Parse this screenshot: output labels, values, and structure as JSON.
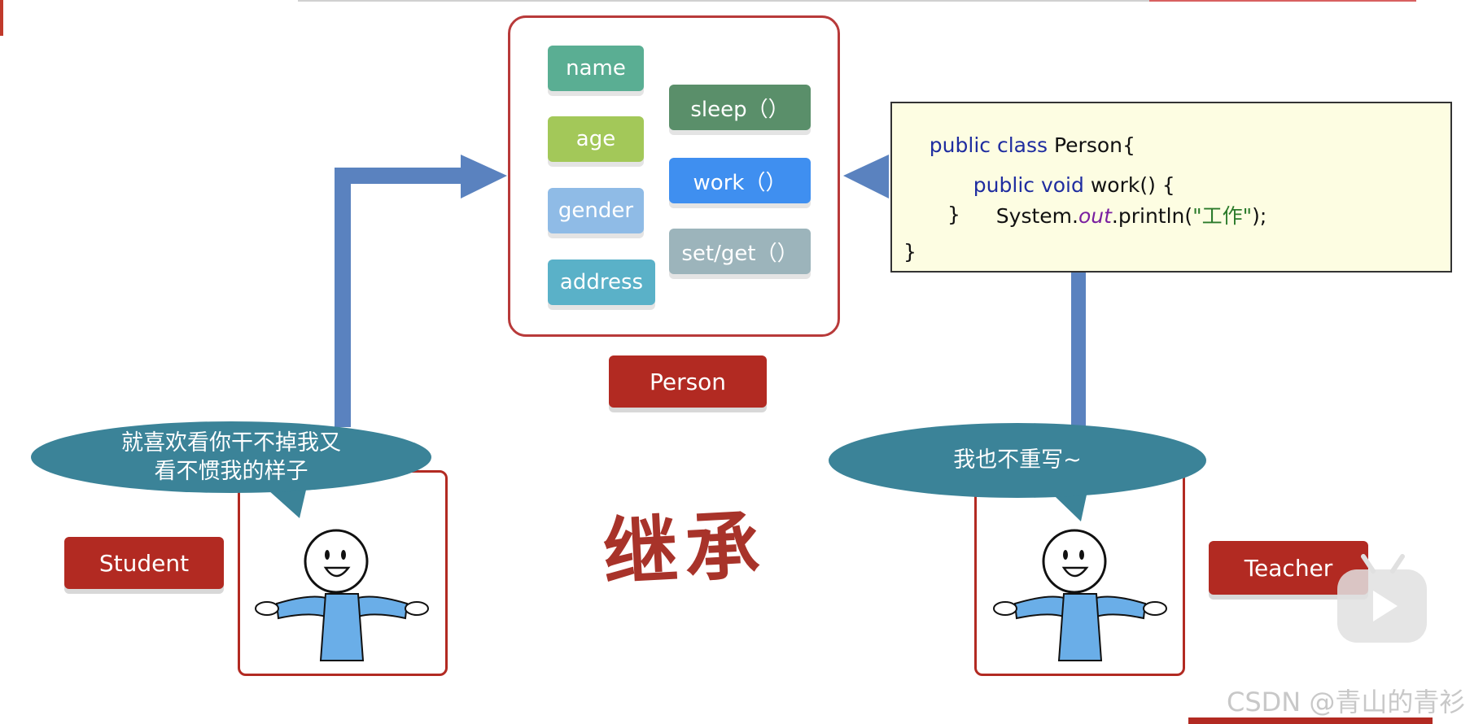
{
  "person_box": {
    "attributes": [
      {
        "label": "name",
        "color": "#5aae93"
      },
      {
        "label": "age",
        "color": "#a3c859"
      },
      {
        "label": "gender",
        "color": "#8fbbe6"
      },
      {
        "label": "address",
        "color": "#5ab1c8"
      }
    ],
    "methods": [
      {
        "label": "sleep（）",
        "color": "#5a8f6a"
      },
      {
        "label": "work（）",
        "color": "#3f8ff0"
      },
      {
        "label": "set/get（）",
        "color": "#9cb4bb"
      }
    ]
  },
  "labels": {
    "person": "Person",
    "student": "Student",
    "teacher": "Teacher"
  },
  "code": {
    "line1_kw": "public class",
    "line1_rest": " Person{",
    "line2_kw": "public void",
    "line2_rest": " work() {",
    "line3_a": "System.",
    "line3_out": "out",
    "line3_b": ".println(",
    "line3_str": "\"工作\"",
    "line3_c": ");",
    "line4": "}",
    "line5": "}"
  },
  "bubbles": {
    "student_line1": "就喜欢看你干不掉我又",
    "student_line2": "看不惯我的样子",
    "teacher": "我也不重写~"
  },
  "center_title": "继承",
  "watermark": "CSDN @青山的青衫",
  "colors": {
    "arrow": "#5a82bf",
    "brand_red": "#b22a22",
    "bubble": "#3b8398"
  }
}
